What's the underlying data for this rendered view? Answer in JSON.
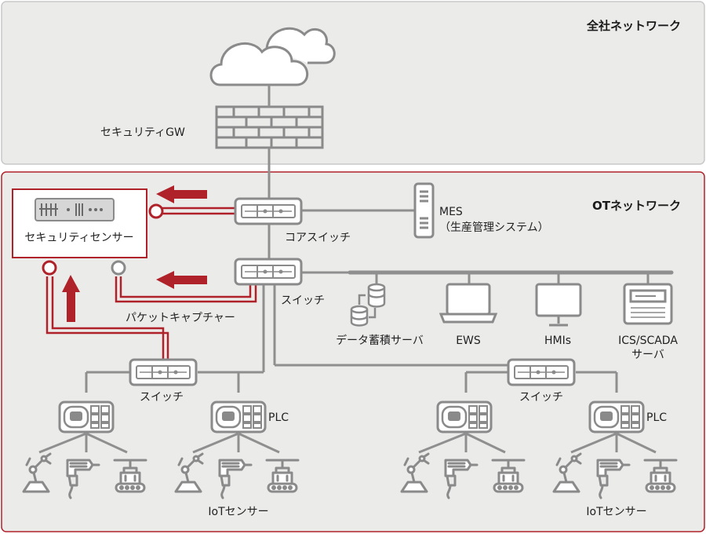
{
  "zones": {
    "corporate_label": "全社ネットワーク",
    "ot_label": "OTネットワーク"
  },
  "labels": {
    "security_gw": "セキュリティGW",
    "security_sensor": "セキュリティセンサー",
    "core_switch": "コアスイッチ",
    "mes_line1": "MES",
    "mes_line2": "（生産管理システム）",
    "switch_mid": "スイッチ",
    "packet_capture": "パケットキャプチャー",
    "data_storage_server": "データ蓄積サーバ",
    "ews": "EWS",
    "hmis": "HMIs",
    "ics_scada_line1": "ICS/SCADA",
    "ics_scada_line2": "サーバ",
    "switch_left": "スイッチ",
    "switch_right": "スイッチ",
    "plc_left": "PLC",
    "plc_right": "PLC",
    "iot_left": "IoTセンサー",
    "iot_right": "IoTセンサー"
  },
  "colors": {
    "background": "#ffffff",
    "zone_fill": "#ebebea",
    "zone_border": "#c8c8c8",
    "ot_border": "#b0222a",
    "accent_red": "#b0222a",
    "line_gray": "#8f8f8f",
    "icon_gray": "#7a7a7a",
    "text": "#222222"
  },
  "icons": [
    "cloud-icon",
    "firewall-icon",
    "sensor-appliance-icon",
    "switch-icon",
    "server-tower-icon",
    "database-icon",
    "laptop-icon",
    "monitor-icon",
    "scada-terminal-icon",
    "plc-icon",
    "robot-arm-icon",
    "drill-icon",
    "conveyor-icon"
  ]
}
